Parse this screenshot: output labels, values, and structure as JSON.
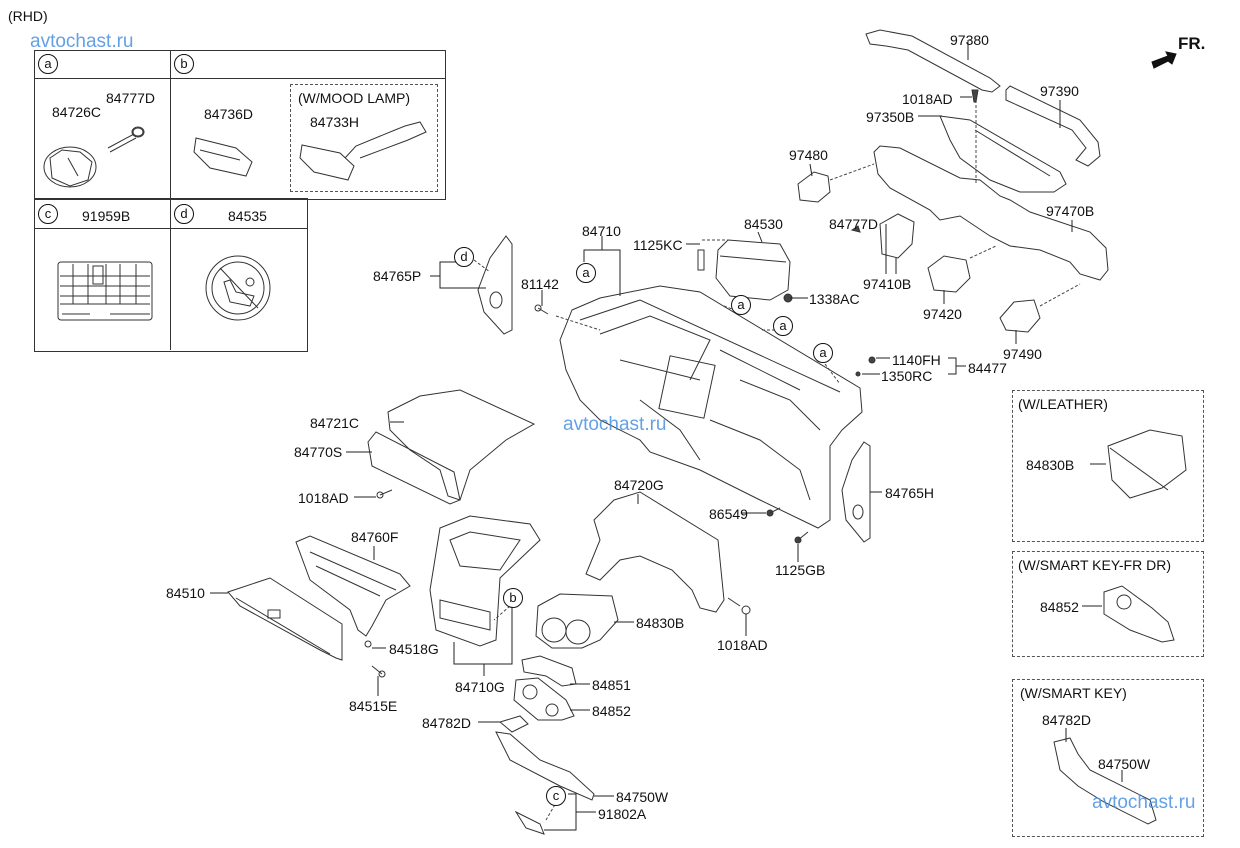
{
  "header": {
    "variant": "(RHD)",
    "direction_label": "FR.",
    "direction_icon": "front-arrow-icon"
  },
  "watermarks": [
    "avtochast.ru",
    "avtochast.ru",
    "avtochast.ru"
  ],
  "legend_boxes": {
    "a": {
      "marker": "a",
      "parts": [
        "84726C",
        "84777D"
      ]
    },
    "b": {
      "marker": "b",
      "parts": [
        "84736D"
      ],
      "option_title": "(W/MOOD LAMP)",
      "option_parts": [
        "84733H"
      ]
    },
    "c": {
      "marker": "c",
      "part": "91959B"
    },
    "d": {
      "marker": "d",
      "part": "84535"
    }
  },
  "option_boxes": [
    {
      "title": "(W/LEATHER)",
      "parts": [
        "84830B"
      ]
    },
    {
      "title": "(W/SMART KEY-FR DR)",
      "parts": [
        "84852"
      ]
    },
    {
      "title": "(W/SMART KEY)",
      "parts": [
        "84782D",
        "84750W"
      ]
    }
  ],
  "callout_markers": [
    "a",
    "a",
    "a",
    "a",
    "b",
    "c",
    "d"
  ],
  "part_labels": {
    "p97380": "97380",
    "p97390": "97390",
    "p1018AD_top": "1018AD",
    "p97350B": "97350B",
    "p97480": "97480",
    "p97470B": "97470B",
    "p84777D": "84777D",
    "p97410B": "97410B",
    "p97420": "97420",
    "p97490": "97490",
    "p84530": "84530",
    "p1125KC": "1125KC",
    "p1338AC": "1338AC",
    "p84710": "84710",
    "p81142": "81142",
    "p84765P": "84765P",
    "p1140FH": "1140FH",
    "p1350RC": "1350RC",
    "p84477": "84477",
    "p84721C": "84721C",
    "p84770S": "84770S",
    "p1018AD_left": "1018AD",
    "p84720G": "84720G",
    "p86549": "86549",
    "p84765H": "84765H",
    "p1125GB": "1125GB",
    "p84760F": "84760F",
    "p84510": "84510",
    "p84518G": "84518G",
    "p84515E": "84515E",
    "p84710G": "84710G",
    "p84830B": "84830B",
    "p1018AD_bottom": "1018AD",
    "p84851": "84851",
    "p84852": "84852",
    "p84782D": "84782D",
    "p84750W": "84750W",
    "p91802A": "91802A"
  }
}
